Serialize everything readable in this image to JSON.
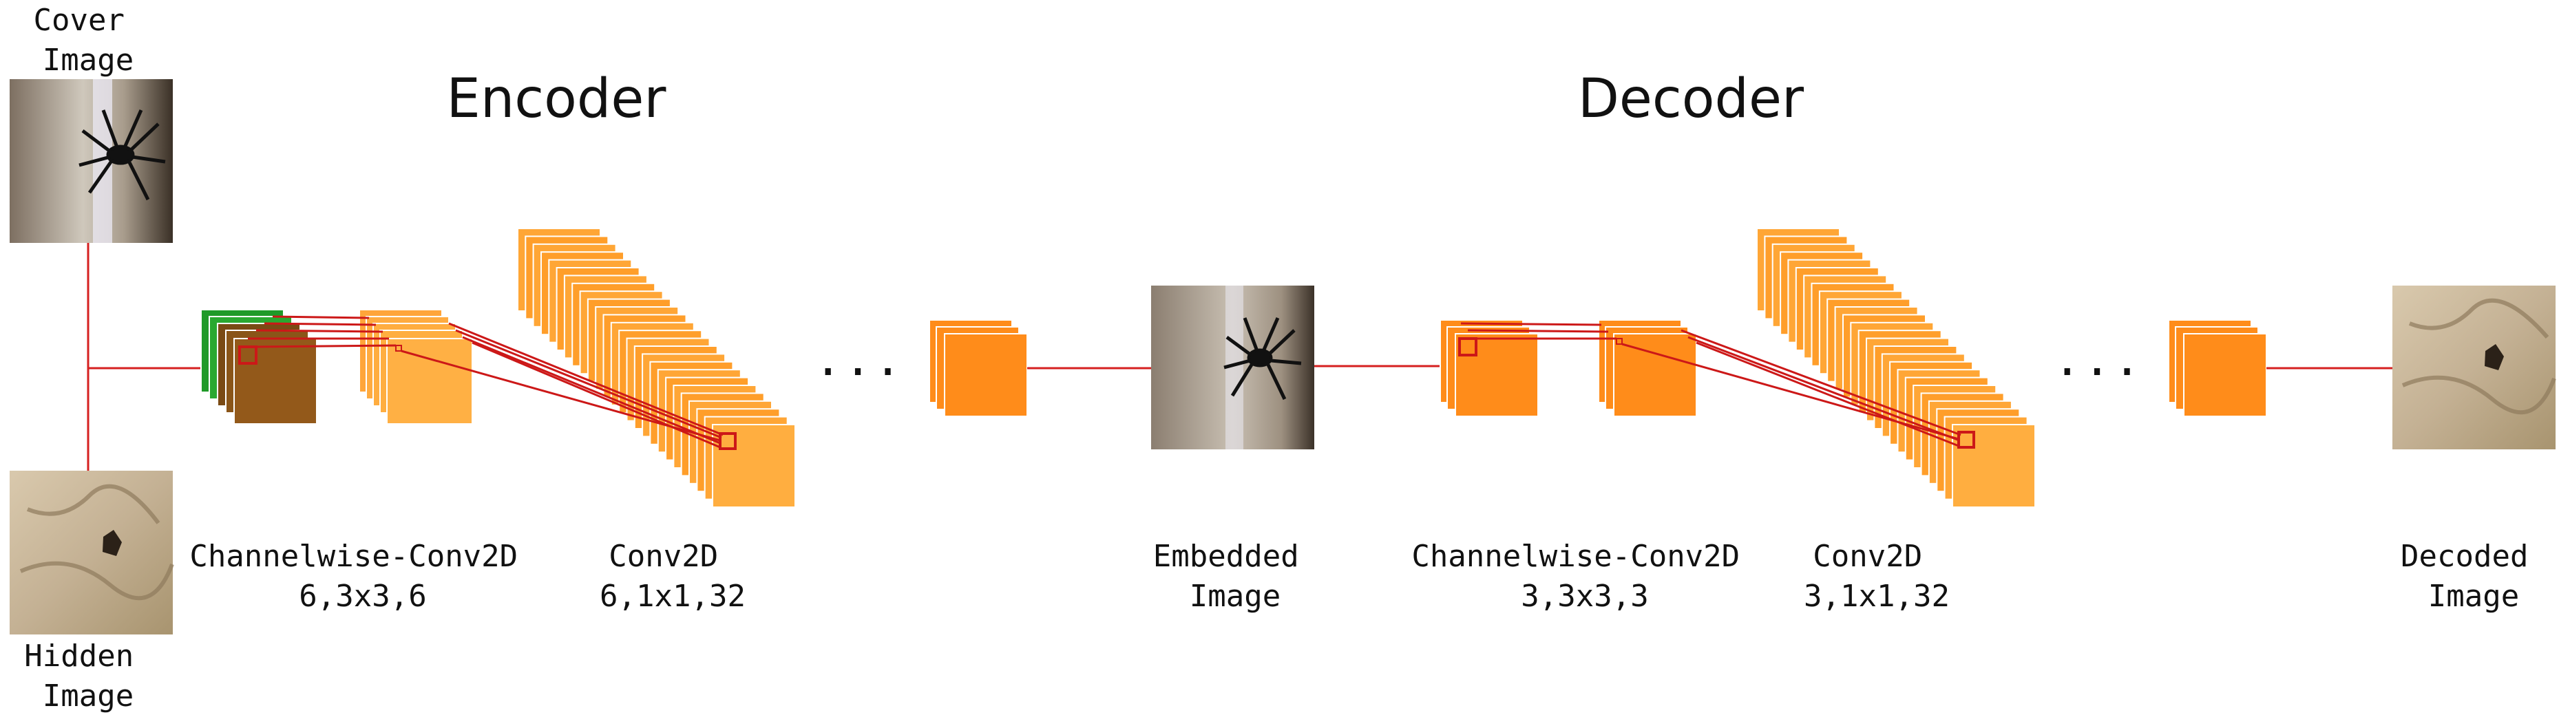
{
  "titles": {
    "encoder": "Encoder",
    "decoder": "Decoder"
  },
  "labels": {
    "cover": [
      "Cover",
      "Image"
    ],
    "hidden": [
      "Hidden",
      "Image"
    ],
    "embedded": [
      "Embedded",
      "Image"
    ],
    "decoded": [
      "Decoded",
      "Image"
    ],
    "enc_cw": [
      "Channelwise-Conv2D",
      "6,3x3,6"
    ],
    "enc_conv": [
      "Conv2D",
      "6,1x1,32"
    ],
    "dec_cw": [
      "Channelwise-Conv2D",
      "3,3x3,3"
    ],
    "dec_conv": [
      "Conv2D",
      "3,1x1,32"
    ]
  },
  "ellipsis": "...",
  "colors": {
    "line": "#d62020",
    "orange": "#ff8c1a",
    "orange_light": "#ffad3d",
    "orange_mid": "#ff9e2a",
    "green": "#1f9a28",
    "brown": "#8a5518",
    "stroke": "#ffffff"
  }
}
